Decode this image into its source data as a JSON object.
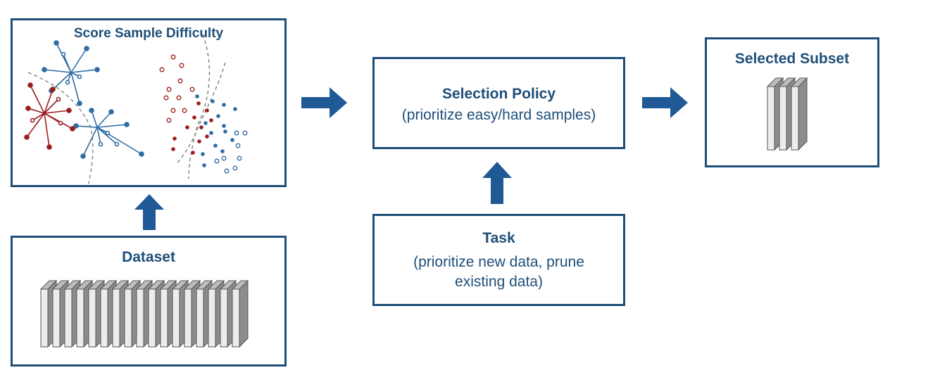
{
  "score_box": {
    "title": "Score Sample Difficulty"
  },
  "dataset_box": {
    "title": "Dataset"
  },
  "policy_box": {
    "title": "Selection Policy",
    "subtitle": "(prioritize easy/hard samples)"
  },
  "task_box": {
    "title": "Task",
    "subtitle_line1": "(prioritize new data, prune",
    "subtitle_line2": "existing data)"
  },
  "subset_box": {
    "title": "Selected Subset"
  },
  "colors": {
    "accent": "#1f4e79",
    "blue": "#2e6ca4",
    "red": "#9b1c1c",
    "arrow": "#1f5a96"
  }
}
